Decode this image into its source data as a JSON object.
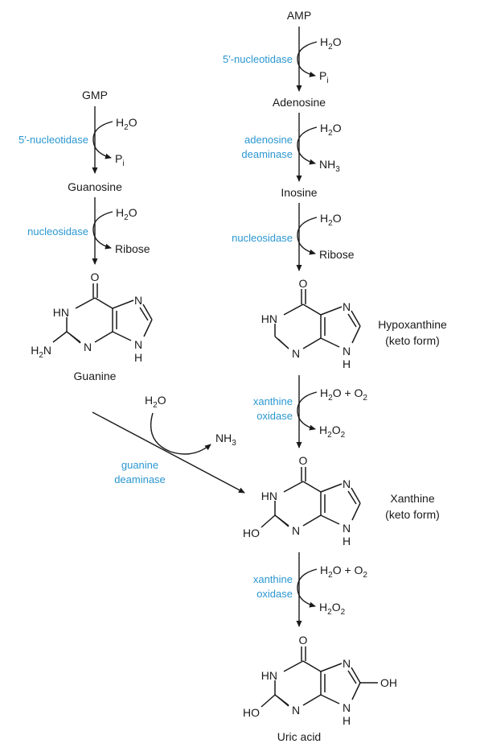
{
  "compounds": {
    "amp": "AMP",
    "adenosine": "Adenosine",
    "inosine": "Inosine",
    "hypoxanthine": "Hypoxanthine",
    "hypoxanthine_form": "(keto form)",
    "gmp": "GMP",
    "guanosine": "Guanosine",
    "guanine": "Guanine",
    "xanthine": "Xanthine",
    "xanthine_form": "(keto form)",
    "uric_acid": "Uric acid"
  },
  "enzymes": {
    "nucleotidase_right": "5′-nucleotidase",
    "nucleotidase_left": "5′-nucleotidase",
    "adenosine_deaminase_1": "adenosine",
    "adenosine_deaminase_2": "deaminase",
    "nucleosidase_left": "nucleosidase",
    "nucleosidase_right": "nucleosidase",
    "xanthine_oxidase_1a": "xanthine",
    "xanthine_oxidase_1b": "oxidase",
    "xanthine_oxidase_2a": "xanthine",
    "xanthine_oxidase_2b": "oxidase",
    "guanine_deaminase_1": "guanine",
    "guanine_deaminase_2": "deaminase"
  },
  "cosubstrates": {
    "water": "H",
    "water_o": "O",
    "sub2": "2",
    "phosphate": "P",
    "phosphate_sub": "i",
    "ribose": "Ribose",
    "ammonia": "NH",
    "ammonia_sub": "3",
    "water_plus": "H",
    "plus_o": "O + O",
    "peroxide": "H",
    "peroxide_o": "O"
  },
  "atoms": {
    "O": "O",
    "HN": "HN",
    "N": "N",
    "H": "H",
    "H2N": "H",
    "H2N_sub": "2",
    "H2N_n": "N",
    "HO": "HO",
    "OH": "OH"
  }
}
